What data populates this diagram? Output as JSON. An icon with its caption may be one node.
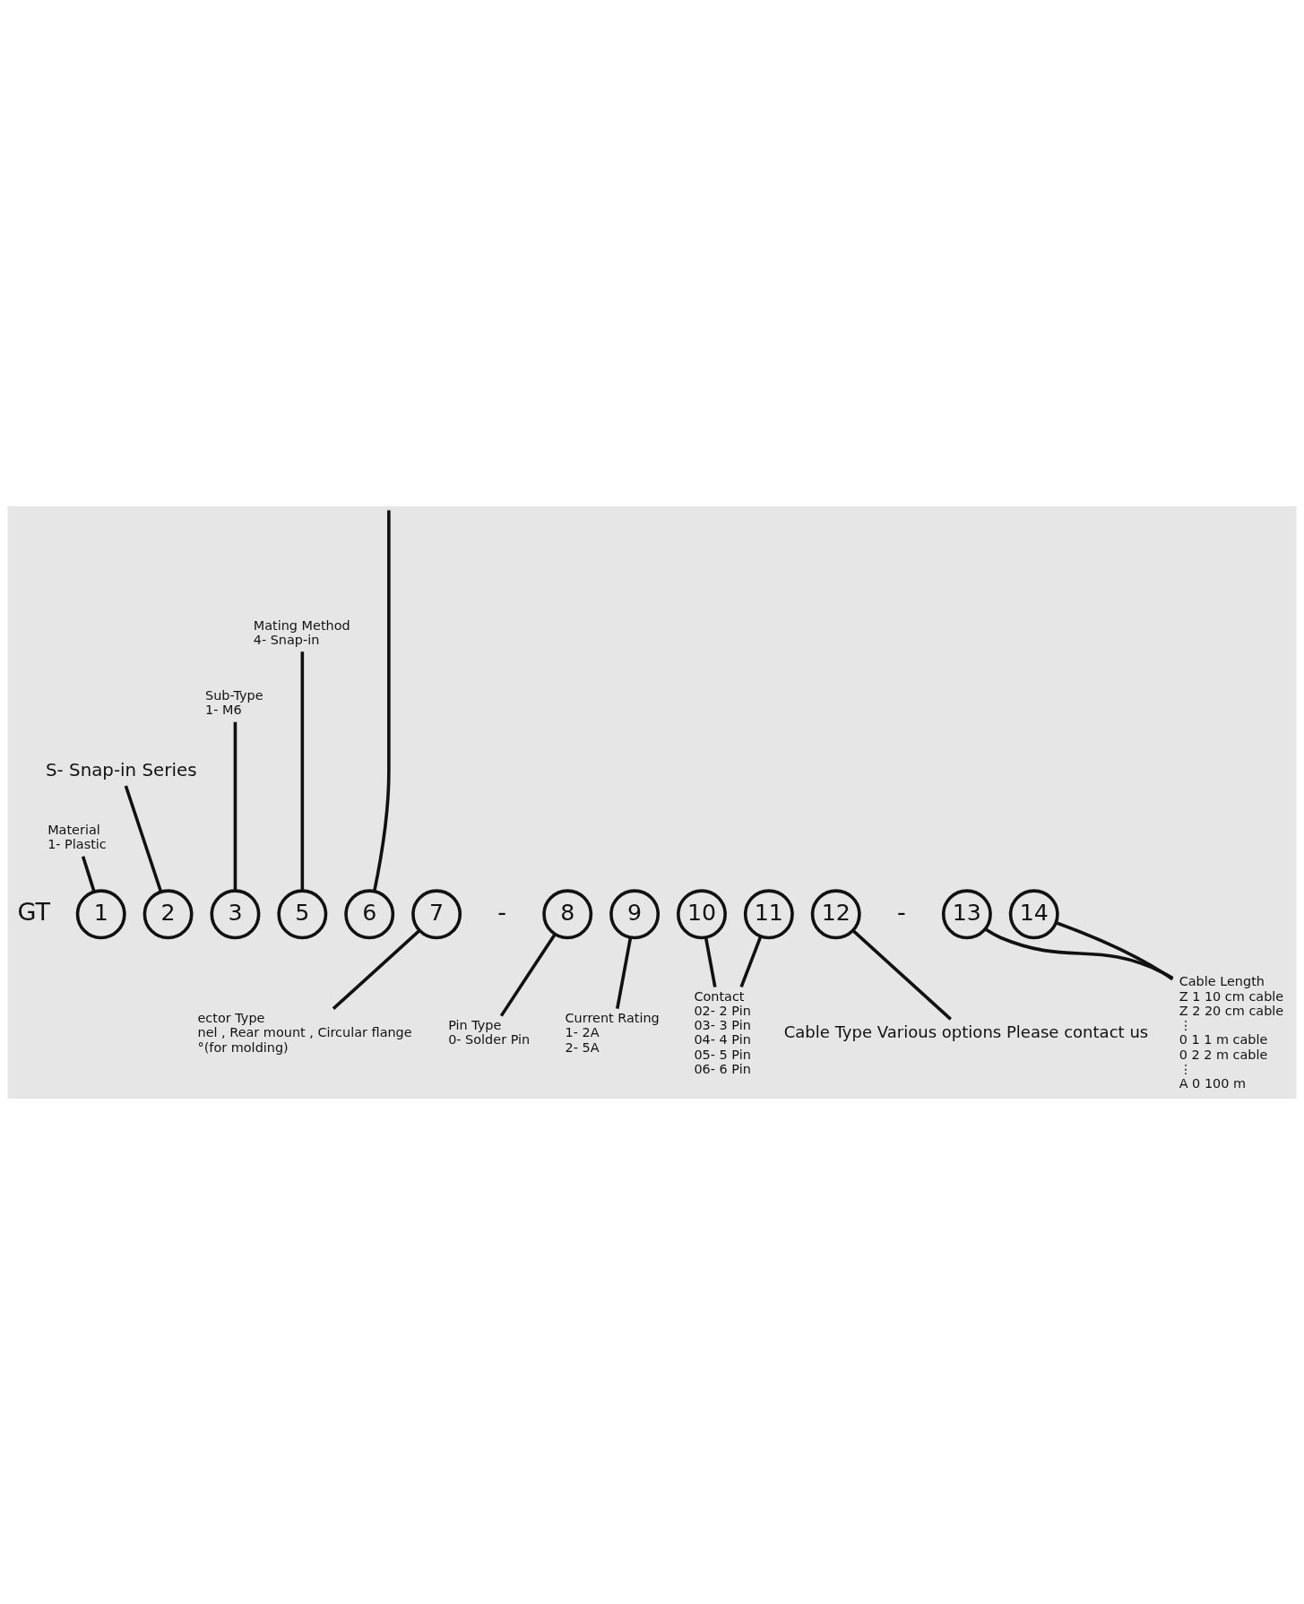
{
  "diagram": {
    "nodes": [
      {
        "text": [
          "Mating Method",
          "4- Snap-in"
        ]
      },
      {
        "text": [
          "Sub-Type",
          "1- M6"
        ]
      },
      {
        "text": [
          "S- Snap-in Series"
        ]
      },
      {
        "text": [
          "Material",
          "1- Plastic"
        ]
      },
      {
        "text": [
          "1"
        ]
      },
      {
        "text": [
          "2"
        ]
      },
      {
        "text": [
          "3"
        ]
      },
      {
        "text": [
          "5"
        ]
      },
      {
        "text": [
          "6"
        ]
      },
      {
        "text": [
          "7"
        ]
      },
      {
        "text": [
          "8"
        ]
      },
      {
        "text": [
          "9"
        ]
      },
      {
        "text": [
          "10"
        ]
      },
      {
        "text": [
          "11"
        ]
      },
      {
        "text": [
          "12"
        ]
      },
      {
        "text": [
          "13"
        ]
      },
      {
        "text": [
          "14"
        ]
      },
      {
        "text": [
          "ector Type",
          "nel , Rear mount , Circular flange",
          "°(for molding)"
        ]
      },
      {
        "text": [
          "Pin Type",
          "0- Solder Pin"
        ]
      },
      {
        "text": [
          "Current Rating",
          "1- 2A",
          "2- 5A"
        ]
      },
      {
        "text": [
          "Contact",
          "02- 2 Pin",
          "03- 3 Pin",
          "04- 4 Pin",
          "05- 5 Pin",
          "06- 6 Pin"
        ]
      },
      {
        "text": [
          "Cable Type Various options Please contact us"
        ]
      },
      {
        "text": [
          "Cable Length",
          "Z 1 10 cm cable",
          "Z 2 20 cm cable",
          "⋮",
          "0 1 1 m cable",
          "0 2 2 m cable",
          "⋮",
          "A 0 100 m"
        ]
      }
    ],
    "edges": [
      {
        "from": 3,
        "to": 4,
        "arrow": "none"
      },
      {
        "from": 2,
        "to": 5,
        "arrow": "none"
      },
      {
        "from": 1,
        "to": 6,
        "arrow": "none"
      },
      {
        "from": 0,
        "to": 7,
        "arrow": "none"
      },
      {
        "from": 8,
        "to": null,
        "arrow": "none"
      },
      {
        "from": 9,
        "to": 17,
        "arrow": "none"
      },
      {
        "from": 10,
        "to": 18,
        "arrow": "none"
      },
      {
        "from": 11,
        "to": 19,
        "arrow": "none"
      },
      {
        "from": 12,
        "to": 20,
        "arrow": "none"
      },
      {
        "from": 13,
        "to": 20,
        "arrow": "none"
      },
      {
        "from": 14,
        "to": 21,
        "arrow": "none"
      },
      {
        "from": 15,
        "to": 22,
        "arrow": "none"
      },
      {
        "from": 16,
        "to": 22,
        "arrow": "none"
      }
    ],
    "labels": [
      "GT",
      "-",
      "-"
    ]
  }
}
